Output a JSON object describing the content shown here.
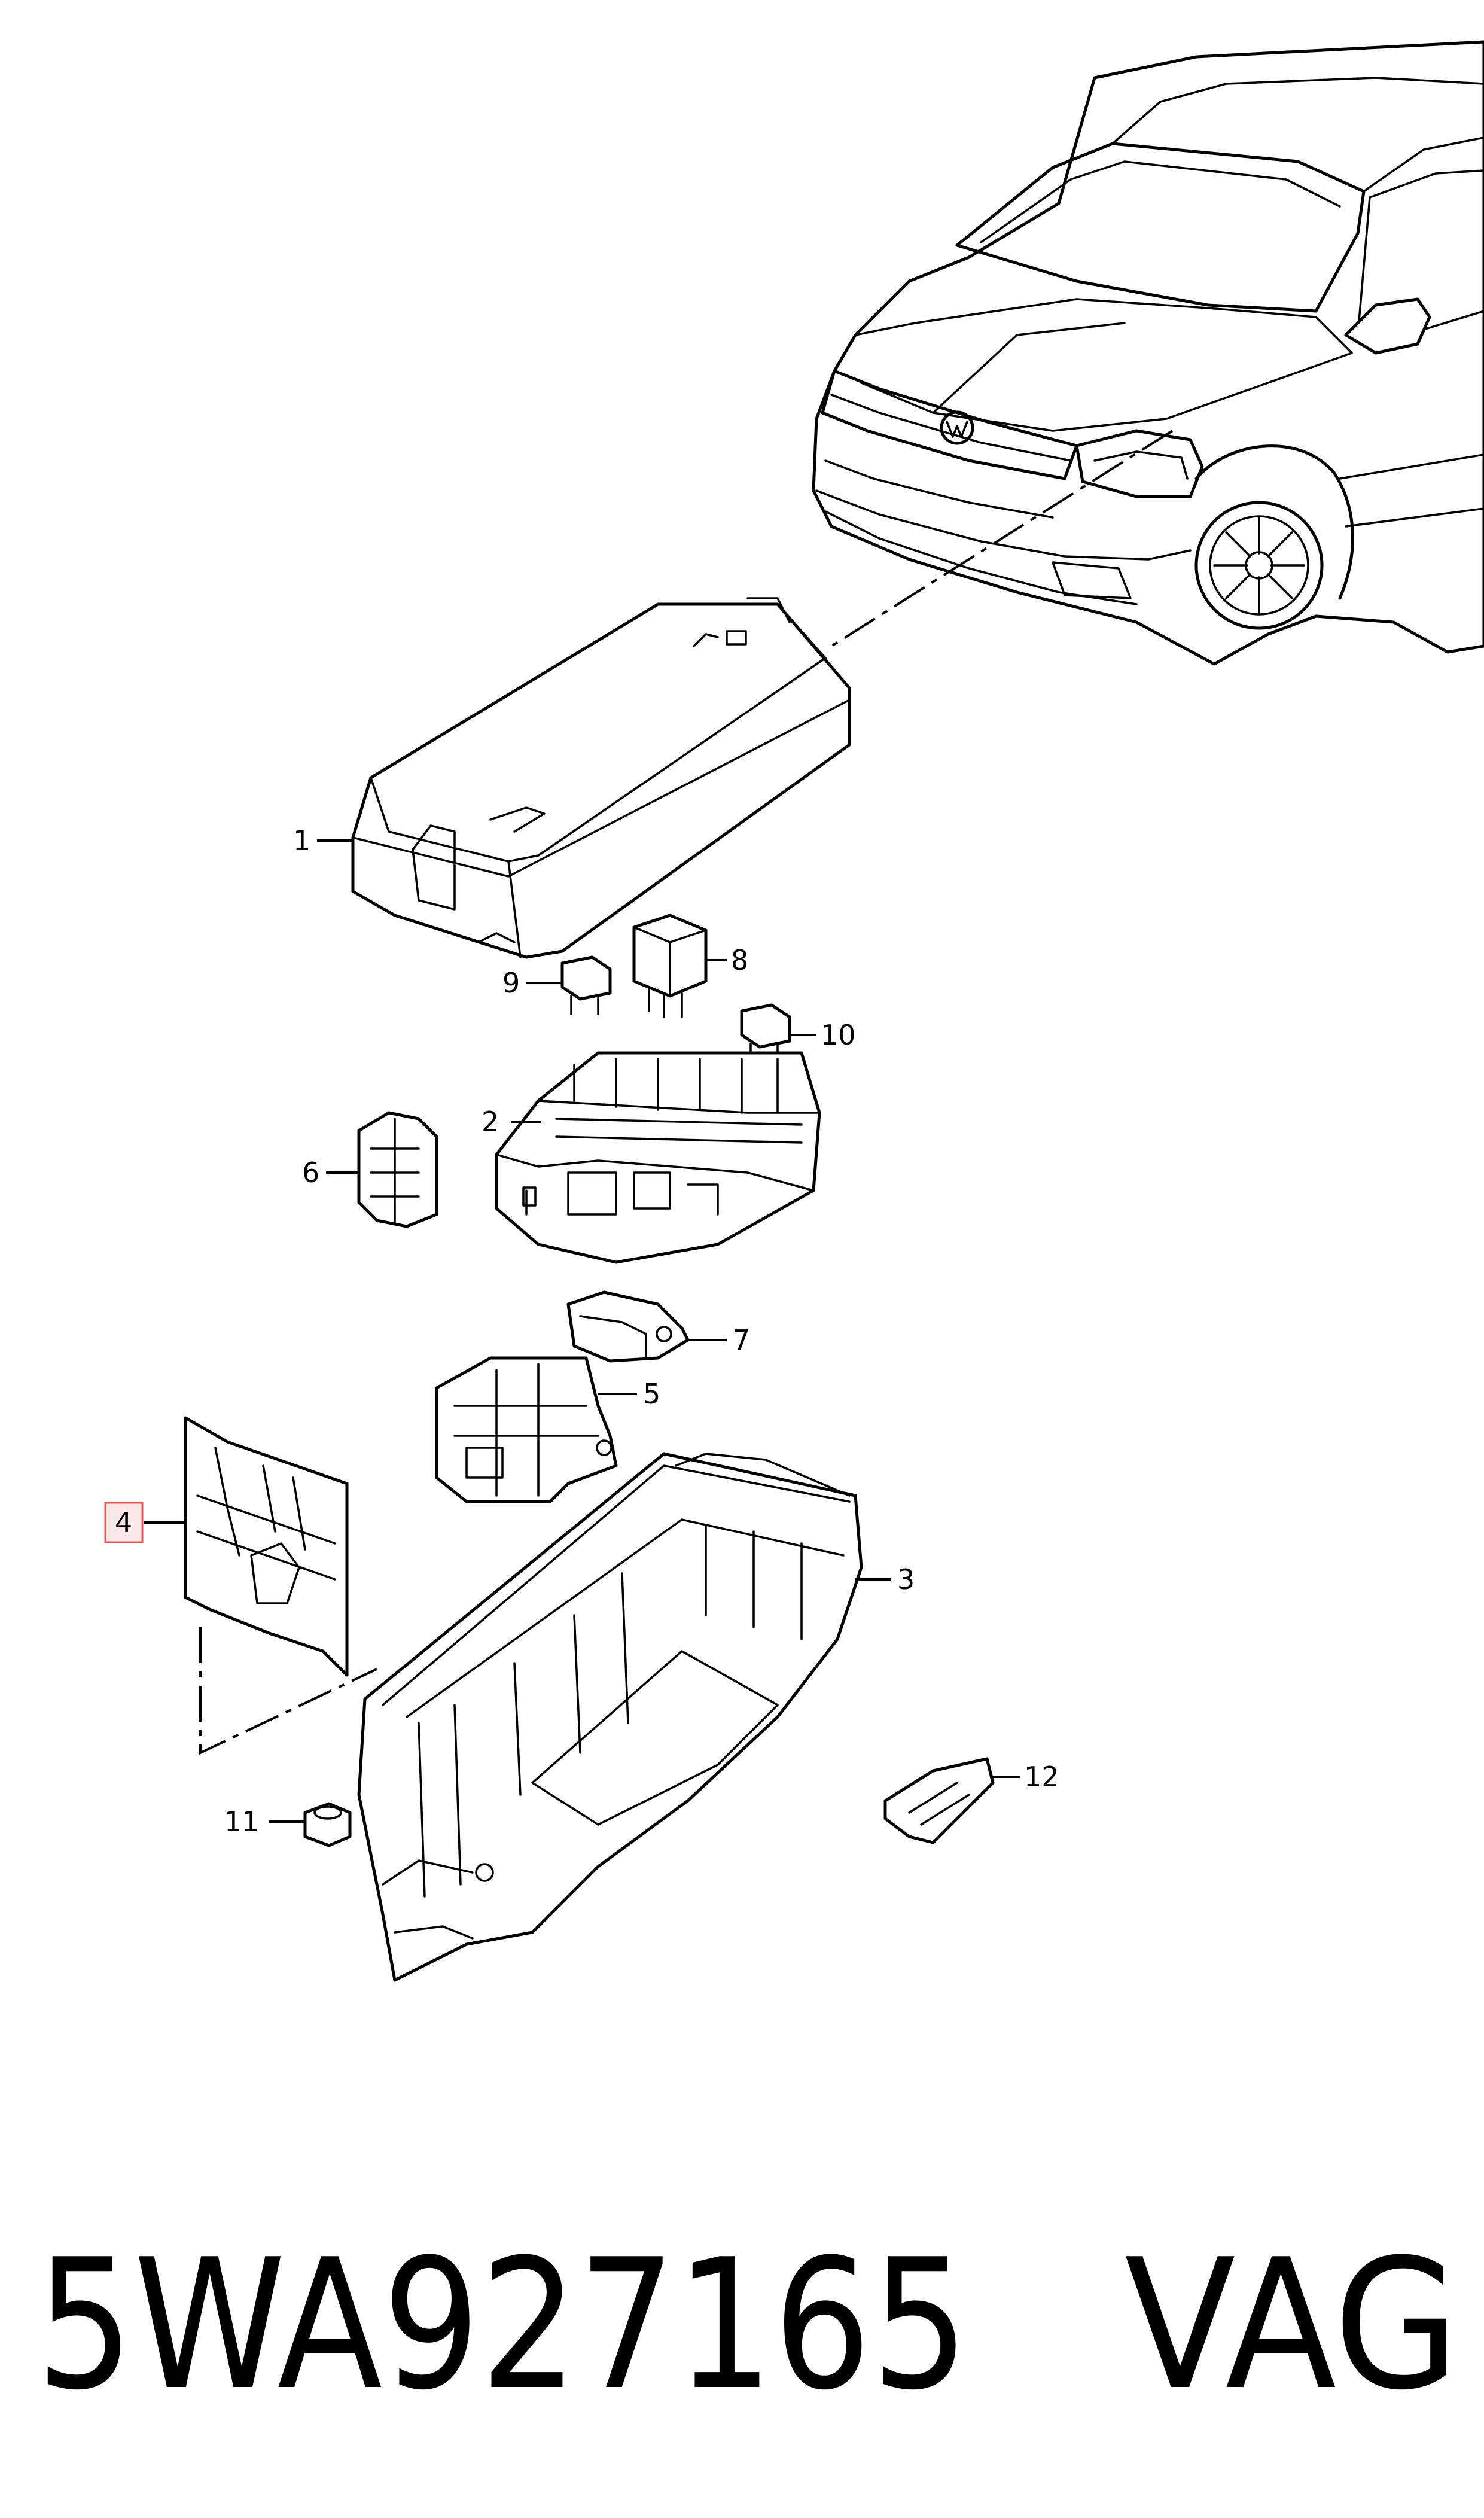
{
  "callouts": {
    "p1": "1",
    "p2": "2",
    "p3": "3",
    "p4": "4",
    "p5": "5",
    "p6": "6",
    "p7": "7",
    "p8": "8",
    "p9": "9",
    "p10": "10",
    "p11": "11",
    "p12": "12"
  },
  "highlight": {
    "callout": "4",
    "color": "#e05555"
  },
  "footer": {
    "part_number": "5WA927165",
    "brand": "VAG"
  }
}
